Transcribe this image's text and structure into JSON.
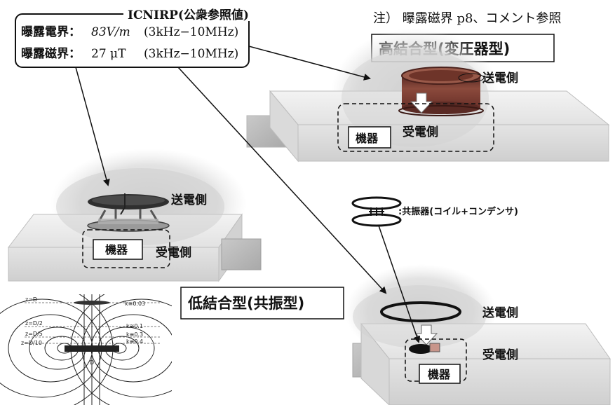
{
  "limits_box": {
    "title": "ICNIRP(公衆参照値)",
    "electric_label": "曝露電界：",
    "electric_value": "83V/m",
    "electric_range": "(3kHz−10MHz)",
    "magnetic_label": "曝露磁界：",
    "magnetic_value": "27 μT",
    "magnetic_range": "(3kHz−10MHz)"
  },
  "note": "注） 曝露磁界 p8、コメント参照",
  "upper_scene": {
    "title": "高結合型(変圧器型)",
    "transmit": "送電側",
    "receive": "受電側",
    "device": "機器"
  },
  "left_scene": {
    "transmit": "送電側",
    "receive": "受電側",
    "device": "機器"
  },
  "low_coupling_title": "低結合型(共振型)",
  "resonator_legend": ":共振器(コイル+コンデンサ)",
  "lower_scene": {
    "transmit": "送電側",
    "receive": "受電側",
    "device": "機器"
  },
  "field_plot": {
    "z_labels": [
      "z=D",
      "z=D/2",
      "z=D/5",
      "z=D/10"
    ],
    "k_labels": [
      "k≅0.03",
      "k≅0.1",
      "k≅0.3",
      "k≅0.4"
    ],
    "diameter_label": "D"
  },
  "colors": {
    "glow": "#d4d4d4",
    "platform_top": "#ededed",
    "platform_front": "#d6d6d6",
    "coil_body": "#7a3b32",
    "ink": "#111111"
  }
}
